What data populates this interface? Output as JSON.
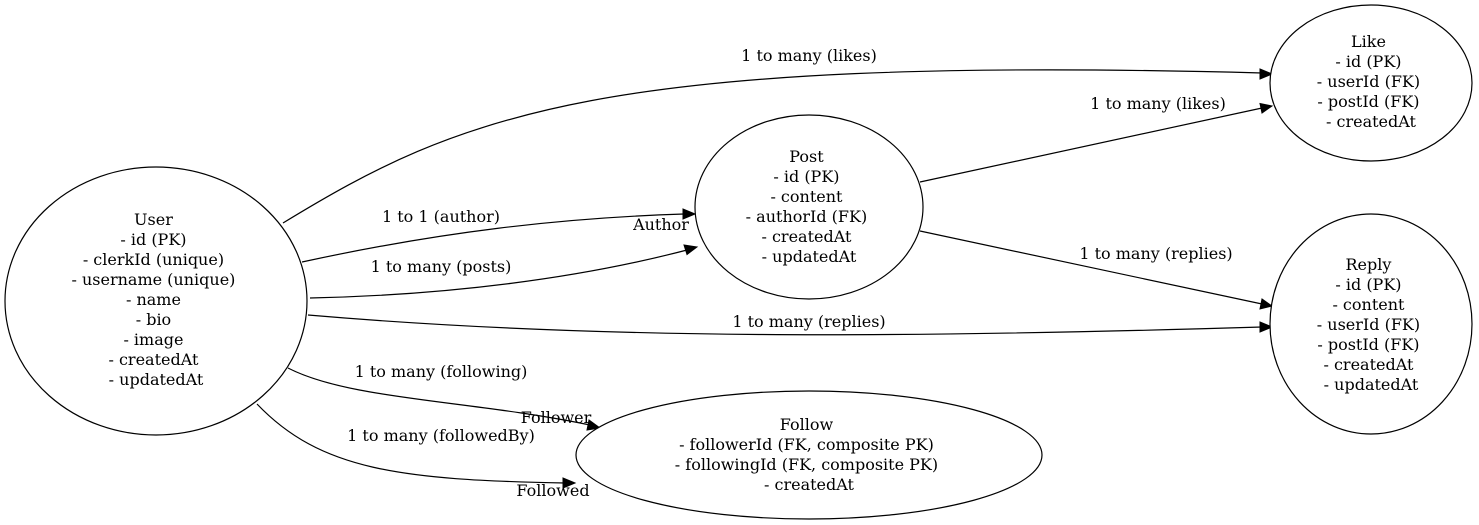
{
  "nodes": {
    "user": [
      "User",
      "- id (PK)",
      "- clerkId (unique)",
      "- username (unique)",
      "- name",
      "- bio",
      "- image",
      "- createdAt",
      "- updatedAt"
    ],
    "post": [
      "Post",
      "- id (PK)",
      "- content",
      "- authorId (FK)",
      "- createdAt",
      "- updatedAt"
    ],
    "like": [
      "Like",
      "- id (PK)",
      "- userId (FK)",
      "- postId (FK)",
      "- createdAt"
    ],
    "reply": [
      "Reply",
      "- id (PK)",
      "- content",
      "- userId (FK)",
      "- postId (FK)",
      "- createdAt",
      "- updatedAt"
    ],
    "follow": [
      "Follow",
      "- followerId (FK, composite PK)",
      "- followingId (FK, composite PK)",
      "- createdAt"
    ]
  },
  "edges": {
    "user_like": {
      "label": "1 to many (likes)"
    },
    "post_like": {
      "label": "1 to many (likes)"
    },
    "user_post_author": {
      "label": "1 to 1 (author)",
      "head_label": "Author"
    },
    "user_post_posts": {
      "label": "1 to many (posts)"
    },
    "post_reply": {
      "label": "1 to many (replies)"
    },
    "user_reply": {
      "label": "1 to many (replies)"
    },
    "user_follow_following": {
      "label": "1 to many (following)",
      "head_label": "Follower"
    },
    "user_follow_followedby": {
      "label": "1 to many (followedBy)",
      "head_label": "Followed"
    }
  }
}
